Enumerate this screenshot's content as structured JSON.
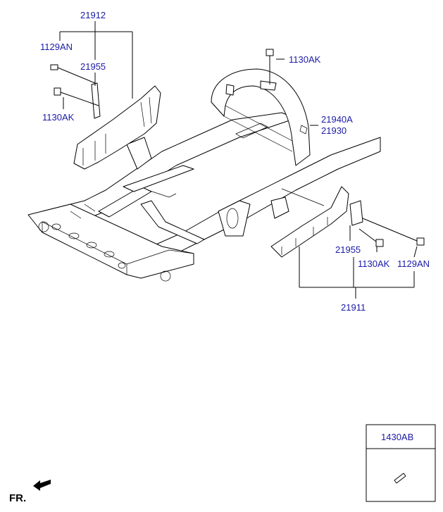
{
  "labels": {
    "p21912": "21912",
    "p1129an_left": "1129AN",
    "p21955_left": "21955",
    "p1130ak_left": "1130AK",
    "p1130ak_top": "1130AK",
    "p21940a": "21940A",
    "p21930": "21930",
    "p21955_right": "21955",
    "p1130ak_right": "1130AK",
    "p1129an_right": "1129AN",
    "p21911": "21911"
  },
  "box": {
    "title": "1430AB"
  },
  "front_marker": {
    "label": "FR."
  },
  "colors": {
    "label": "#1a1aa6",
    "line": "#000000"
  }
}
